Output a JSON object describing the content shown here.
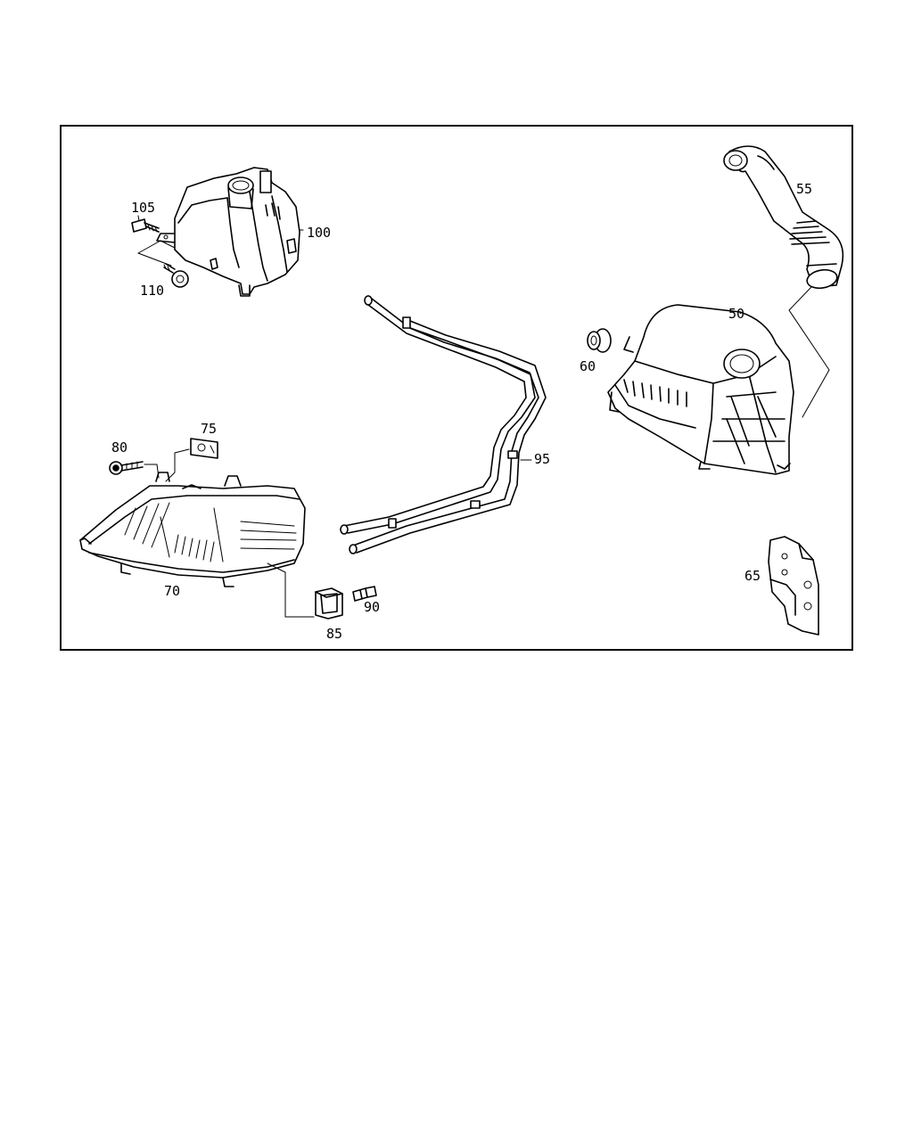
{
  "diagram": {
    "labels": {
      "p50": "50",
      "p55": "55",
      "p60": "60",
      "p65": "65",
      "p70": "70",
      "p75": "75",
      "p80": "80",
      "p85": "85",
      "p90": "90",
      "p95": "95",
      "p100": "100",
      "p105": "105",
      "p110": "110"
    }
  }
}
